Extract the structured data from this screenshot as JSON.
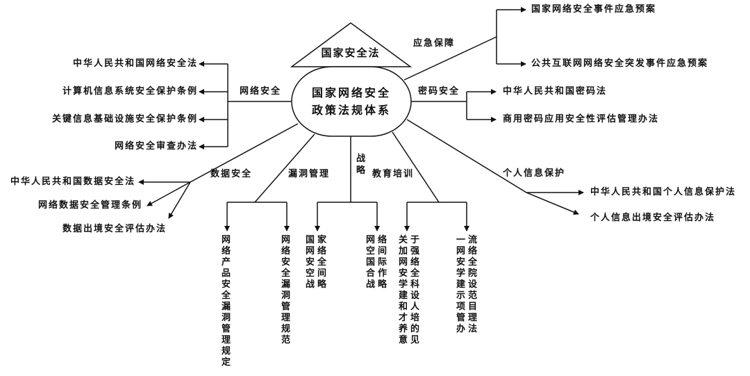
{
  "top": "国家安全法",
  "center": [
    "国家网络安全",
    "政策法规体系"
  ],
  "network": {
    "label": "网络安全",
    "items": [
      "中华人民共和国网络安全法",
      "计算机信息系统安全保护条例",
      "关键信息基础设施安全保护条例",
      "网络安全审查办法"
    ]
  },
  "data_sec": {
    "label": "数据安全",
    "items": [
      "中华人民共和国数据安全法",
      "网络数据安全管理条例",
      "数据出境安全评估办法"
    ]
  },
  "vuln": {
    "label": "漏洞管理",
    "items": [
      "网络产品安全漏洞管理规定",
      "网络安全漏洞管理规范"
    ]
  },
  "strategy": {
    "label": "战略",
    "items": [
      "国家网络安全空间战略",
      "网络空间国际合作战略"
    ]
  },
  "education": {
    "label": "教育培训",
    "items": [
      "关于加强网络安全学科建设和人才培养的意见",
      "一流网络安全学院建设示范项目管理办法"
    ]
  },
  "emergency": {
    "label": "应急保障",
    "items": [
      "国家网络安全事件应急预案",
      "公共互联网网络安全突发事件应急预案"
    ]
  },
  "crypto": {
    "label": "密码安全",
    "items": [
      "中华人民共和国密码法",
      "商用密码应用安全性评估管理办法"
    ]
  },
  "personal": {
    "label": "个人信息保护",
    "items": [
      "中华人民共和国个人信息保护法",
      "个人信息出境安全评估办法"
    ]
  }
}
